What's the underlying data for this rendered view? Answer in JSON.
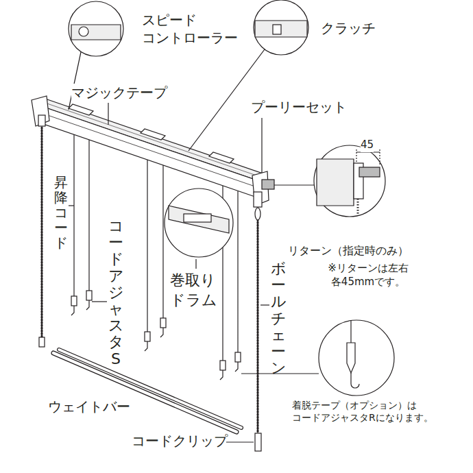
{
  "diagram": {
    "labels": [
      "スピード コントローラー",
      "クラッチ",
      "マジックテープ",
      "プーリーセット",
      "45",
      "昇降コード",
      "コードアジャスタS",
      "巻取り ドラム",
      "ボールチェーン",
      "リターン（指定時のみ）",
      "※リターンは左右 各45mmです。",
      "ウェイトバー",
      "コードクリップ",
      "着脱テープ（オプション）は コードアジャスタRになります。"
    ]
  }
}
